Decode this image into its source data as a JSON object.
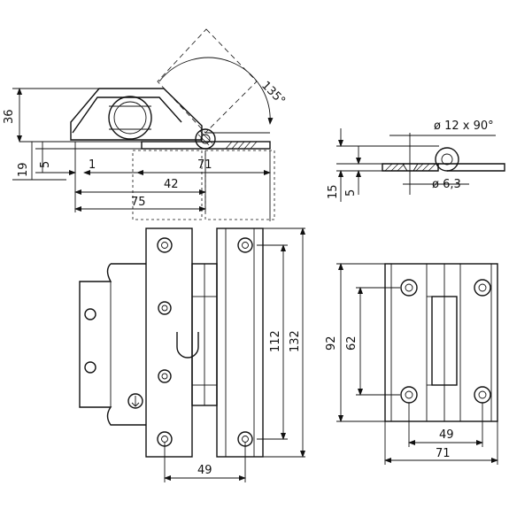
{
  "dimensions": {
    "angle": "135°",
    "top_height": "36",
    "total_height": "19",
    "base_height": "5",
    "offset": "1",
    "width_71": "71",
    "width_42": "42",
    "width_75": "75",
    "hole_spec": "ø 12 x 90°",
    "hole_diameter": "ø 6,3",
    "side_height": "15",
    "side_base": "5",
    "hole_pitch_112": "112",
    "overall_132": "132",
    "bottom_width_49": "49",
    "right_height_92": "92",
    "right_pitch_62": "62",
    "right_width_49": "49",
    "right_width_71": "71"
  }
}
